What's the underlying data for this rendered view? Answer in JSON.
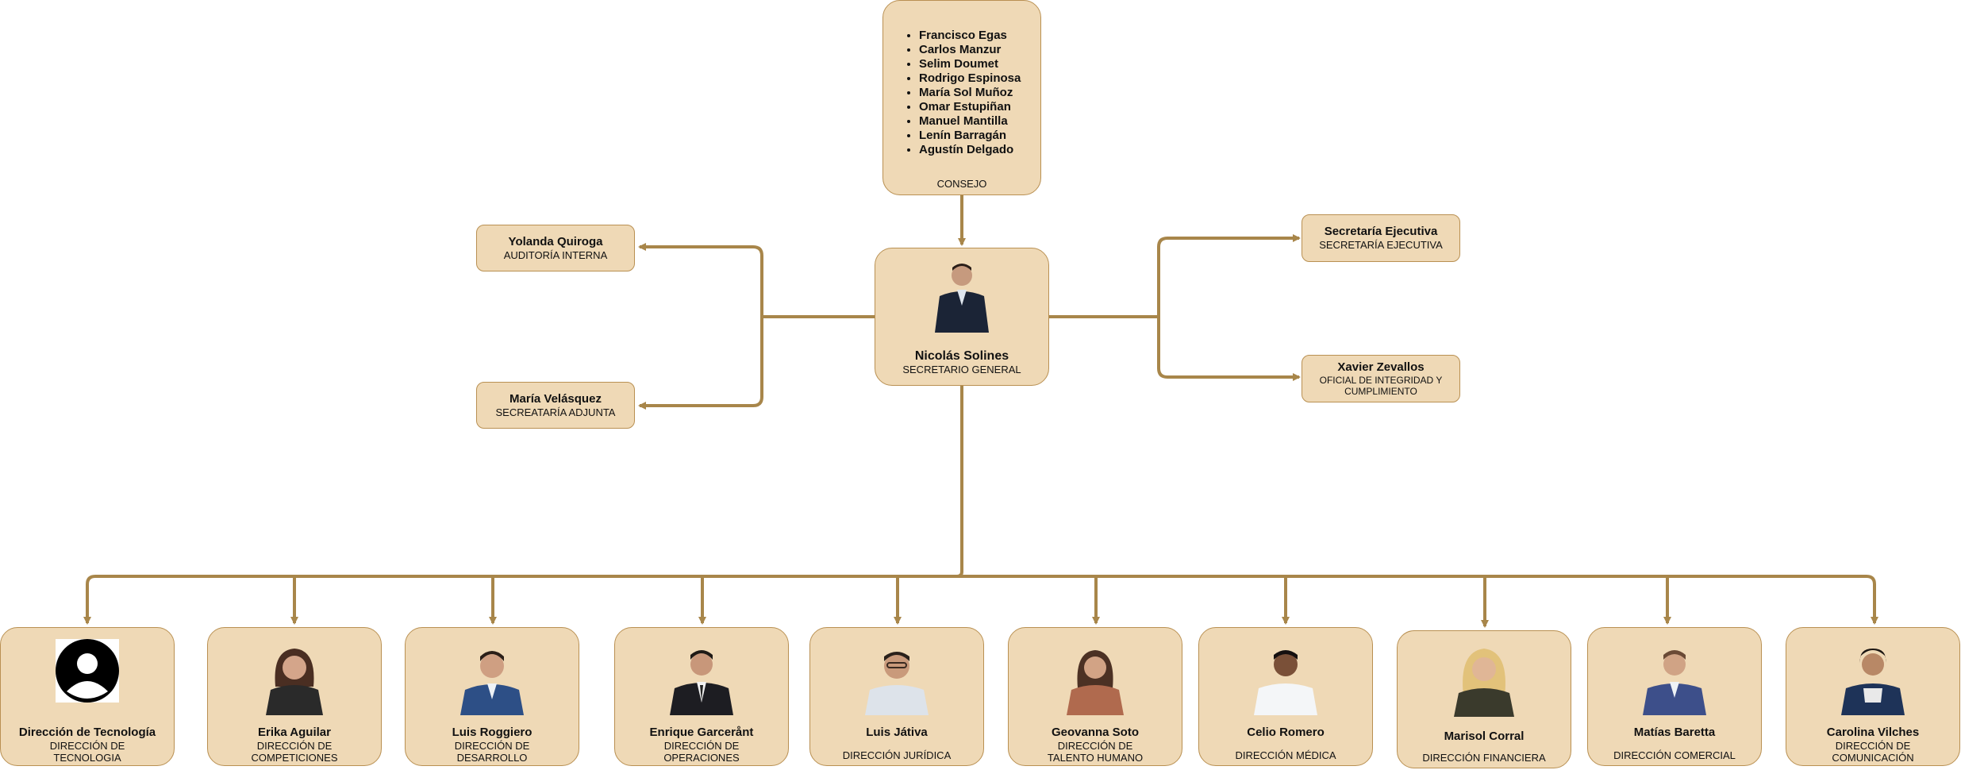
{
  "colors": {
    "box_fill": "#efd9b6",
    "box_border": "#b99052",
    "connector": "#a8864a"
  },
  "board": {
    "members": [
      "Francisco Egas",
      "Carlos Manzur",
      "Selim Doumet",
      "Rodrigo Espinosa",
      "María Sol Muñoz",
      "Omar Estupiñan",
      "Manuel Mantilla",
      "Lenín Barragán",
      "Agustín Delgado"
    ],
    "label": "CONSEJO"
  },
  "secretary": {
    "name": "Nicolás Solines",
    "role": "SECRETARIO GENERAL",
    "icon": "person-photo"
  },
  "left_staff": [
    {
      "name": "Yolanda Quiroga",
      "role": "AUDITORÍA INTERNA"
    },
    {
      "name": "María Velásquez",
      "role": "SECREATARÍA ADJUNTA"
    }
  ],
  "right_staff": [
    {
      "name": "Secretaría Ejecutiva",
      "role": "SECRETARÍA EJECUTIVA"
    },
    {
      "name": "Xavier Zevallos",
      "role": "OFICIAL DE INTEGRIDAD Y CUMPLIMIENTO"
    }
  ],
  "directors": [
    {
      "name": "Dirección de Tecnología",
      "role": "DIRECCIÓN DE TECNOLOGIA",
      "icon": "default-avatar"
    },
    {
      "name": "Erika Aguilar",
      "role": "DIRECCIÓN DE COMPETICIONES",
      "icon": "person-photo"
    },
    {
      "name": "Luis Roggiero",
      "role": "DIRECCIÓN DE DESARROLLO",
      "icon": "person-photo"
    },
    {
      "name": "Enrique Garcerånt",
      "role": "DIRECCIÓN DE OPERACIONES",
      "icon": "person-photo"
    },
    {
      "name": "Luis Játiva",
      "role": "DIRECCIÓN JURÍDICA",
      "icon": "person-photo"
    },
    {
      "name": "Geovanna Soto",
      "role": "DIRECCIÓN DE TALENTO HUMANO",
      "icon": "person-photo"
    },
    {
      "name": "Celio Romero",
      "role": "DIRECCIÓN MÉDICA",
      "icon": "person-photo"
    },
    {
      "name": "Marisol Corral",
      "role": "DIRECCIÓN FINANCIERA",
      "icon": "person-photo"
    },
    {
      "name": "Matías Baretta",
      "role": "DIRECCIÓN COMERCIAL",
      "icon": "person-photo"
    },
    {
      "name": "Carolina Vilches",
      "role": "DIRECCIÓN DE COMUNICACIÓN",
      "icon": "person-photo"
    }
  ]
}
